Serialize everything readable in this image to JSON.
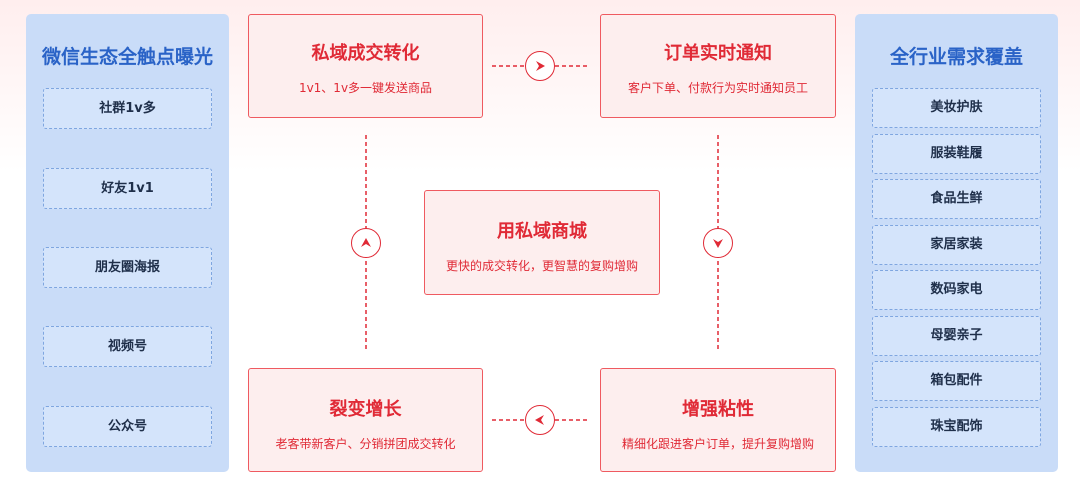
{
  "left_panel": {
    "title": "微信生态全触点曝光",
    "items": [
      "社群1v多",
      "好友1v1",
      "朋友圈海报",
      "视频号",
      "公众号"
    ]
  },
  "right_panel": {
    "title": "全行业需求覆盖",
    "items": [
      "美妆护肤",
      "服装鞋履",
      "食品生鲜",
      "家居家装",
      "数码家电",
      "母婴亲子",
      "箱包配件",
      "珠宝配饰"
    ]
  },
  "boxes": {
    "top_left": {
      "title": "私域成交转化",
      "desc": "1v1、1v多一键发送商品"
    },
    "top_right": {
      "title": "订单实时通知",
      "desc": "客户下单、付款行为实时通知员工"
    },
    "center": {
      "title": "用私域商城",
      "desc": "更快的成交转化，更智慧的复购增购"
    },
    "bottom_left": {
      "title": "裂变增长",
      "desc": "老客带新客户、分销拼团成交转化"
    },
    "bottom_right": {
      "title": "增强粘性",
      "desc": "精细化跟进客户订单，提升复购增购"
    }
  },
  "colors": {
    "accent_red": "#e02a36",
    "panel_blue": "#c9dcf8",
    "panel_title_blue": "#2a63c7"
  }
}
